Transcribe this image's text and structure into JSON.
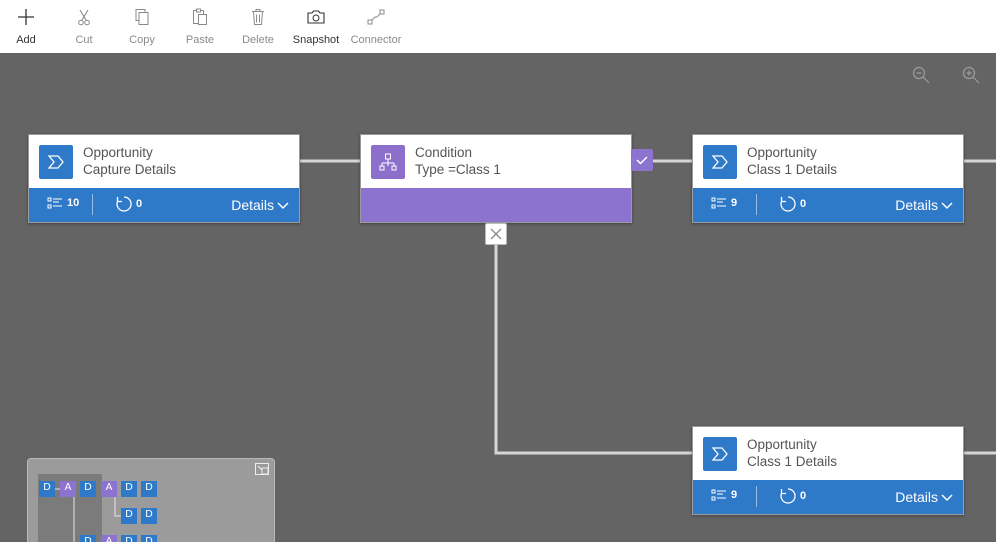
{
  "toolbar": {
    "add": "Add",
    "cut": "Cut",
    "copy": "Copy",
    "paste": "Paste",
    "delete": "Delete",
    "snapshot": "Snapshot",
    "connector": "Connector"
  },
  "colors": {
    "stage_blue": "#2f79c9",
    "condition_purple": "#8c73cf",
    "canvas_gray": "#646464"
  },
  "nodes": [
    {
      "title": "Opportunity",
      "subtitle": "Capture Details",
      "steps": "10",
      "cycles": "0",
      "details": "Details"
    },
    {
      "title": "Condition",
      "subtitle": "Type =Class 1"
    },
    {
      "title": "Opportunity",
      "subtitle": "Class 1 Details",
      "steps": "9",
      "cycles": "0",
      "details": "Details"
    },
    {
      "title": "Opportunity",
      "subtitle": "Class 1 Details",
      "steps": "9",
      "cycles": "0",
      "details": "Details"
    }
  ],
  "minimap": {
    "stage_glyph": "D",
    "condition_glyph": "A"
  },
  "icons": [
    "add-icon",
    "cut-icon",
    "copy-icon",
    "paste-icon",
    "delete-icon",
    "snapshot-icon",
    "connector-icon",
    "zoom-out-icon",
    "zoom-in-icon",
    "stage-icon",
    "condition-icon",
    "steps-icon",
    "cycle-icon",
    "chevron-down-icon",
    "check-icon",
    "close-icon",
    "expand-icon"
  ]
}
